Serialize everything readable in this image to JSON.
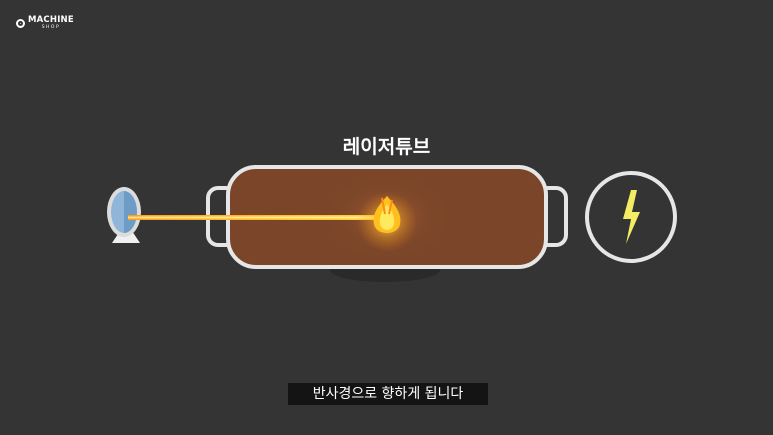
{
  "brand": {
    "name": "MACHINE",
    "sub": "SHOP"
  },
  "diagram": {
    "title": "레이저튜브",
    "icons": [
      "mirror-icon",
      "lightning-icon",
      "flame-icon"
    ],
    "colors": {
      "tube": "#7a4529",
      "beam": "#ffc21a",
      "flame": "#ffe95c",
      "bolt": "#f4ec62",
      "mirror": "#8fb6d8"
    }
  },
  "subtitle": {
    "text": "반사경으로 향하게 됩니다"
  }
}
